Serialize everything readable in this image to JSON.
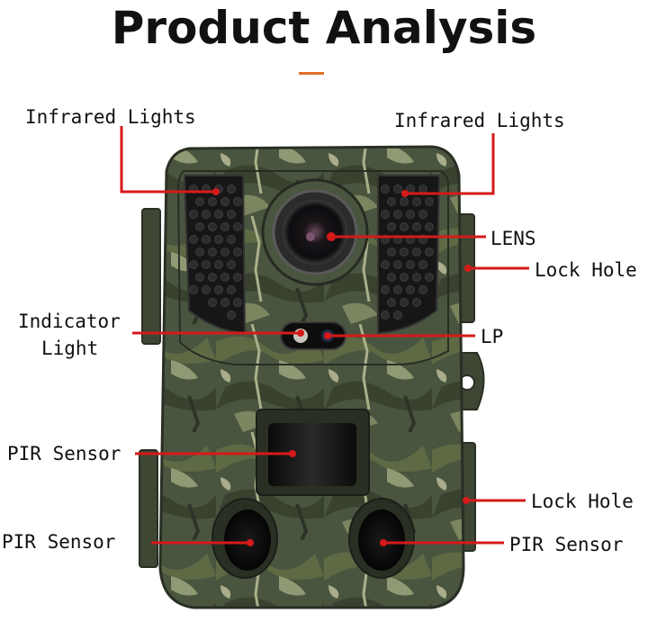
{
  "title": "Product Analysis",
  "accent_color": "#e0702a",
  "leader_color": "#d61a1a",
  "labels": {
    "infrared_left": "Infrared Lights",
    "infrared_right": "Infrared Lights",
    "lens": "LENS",
    "lock_hole_top": "Lock Hole",
    "indicator_line1": "Indicator",
    "indicator_line2": "Light",
    "lp": "LP",
    "pir_center": "PIR Sensor",
    "lock_hole_bottom": "Lock Hole",
    "pir_left": "PIR Sensor",
    "pir_right": "PIR Sensor"
  }
}
